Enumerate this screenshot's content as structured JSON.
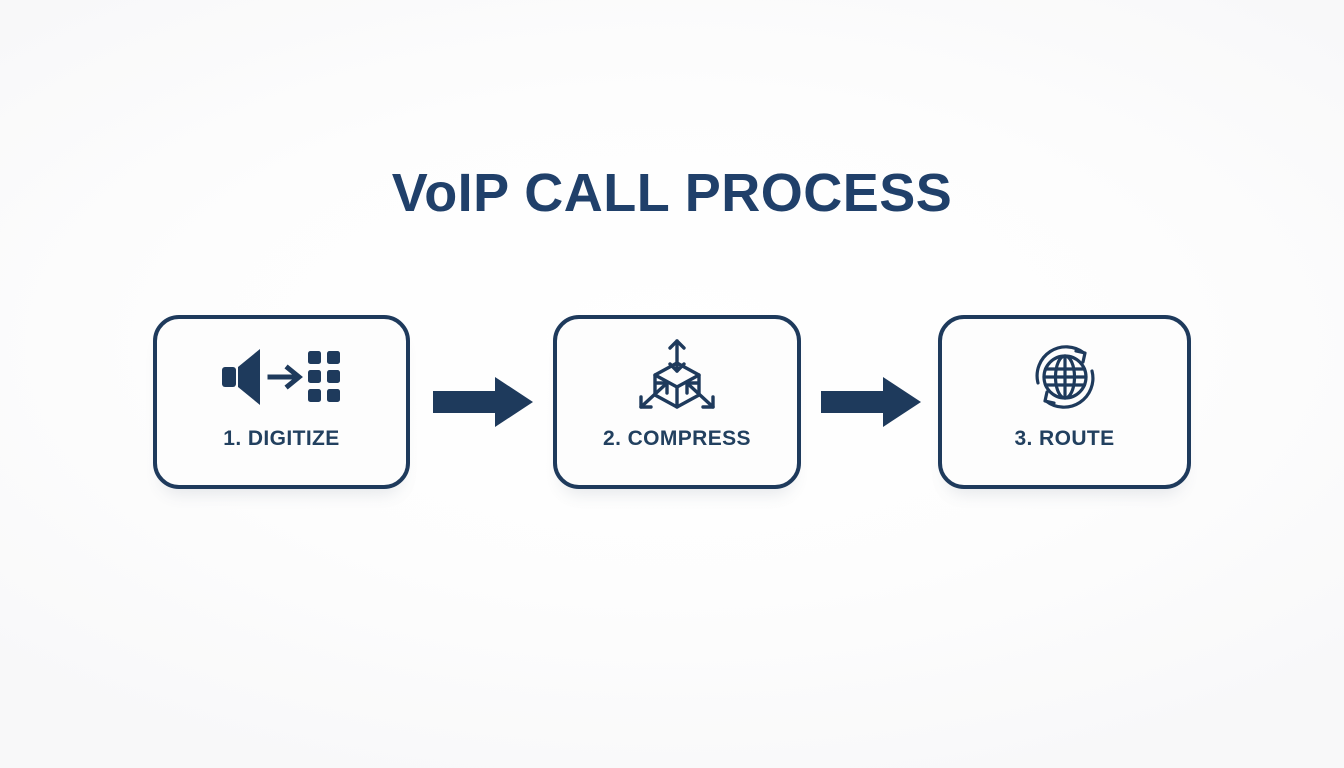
{
  "page": {
    "title": "VoIP CALL PROCESS",
    "background_color": "#fcfcfc",
    "accent_color": "#1e3a5c",
    "title_color": "#20406a"
  },
  "flow": {
    "steps": [
      {
        "label": "1. DIGITIZE",
        "icon": "speaker-to-bits-icon",
        "icon_description": "loudspeaker with arrow pointing to a grid of digital bits"
      },
      {
        "label": "2. COMPRESS",
        "icon": "cube-compress-icon",
        "icon_description": "3D cube with bidirectional arrows radiating from it"
      },
      {
        "label": "3. ROUTE",
        "icon": "globe-sync-icon",
        "icon_description": "globe encircled by two rotating arrows"
      }
    ],
    "connectors": [
      {
        "icon": "arrow-right-icon",
        "direction": "right"
      },
      {
        "icon": "arrow-right-icon",
        "direction": "right"
      }
    ]
  }
}
